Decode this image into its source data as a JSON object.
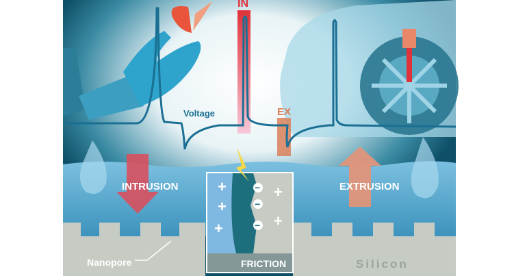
{
  "labels": {
    "in": "IN",
    "ex": "EX",
    "voltage": "Voltage",
    "intrusion": "INTRUSION",
    "extrusion": "EXTRUSION",
    "friction": "FRICTION",
    "nanopore": "Nanopore",
    "silicon": "Silicon"
  },
  "charges": {
    "plus": "+",
    "minus": "−"
  },
  "colors": {
    "dark_teal": "#0e5068",
    "water": "#6cb4d8",
    "silicon": "#c6ccc4",
    "in_bar": "#e0323a",
    "ex_bar": "#d9805a",
    "intrusion_arrow": "#d8505e",
    "extrusion_arrow": "#e0957a",
    "voltage_line": "#1a6f93"
  }
}
